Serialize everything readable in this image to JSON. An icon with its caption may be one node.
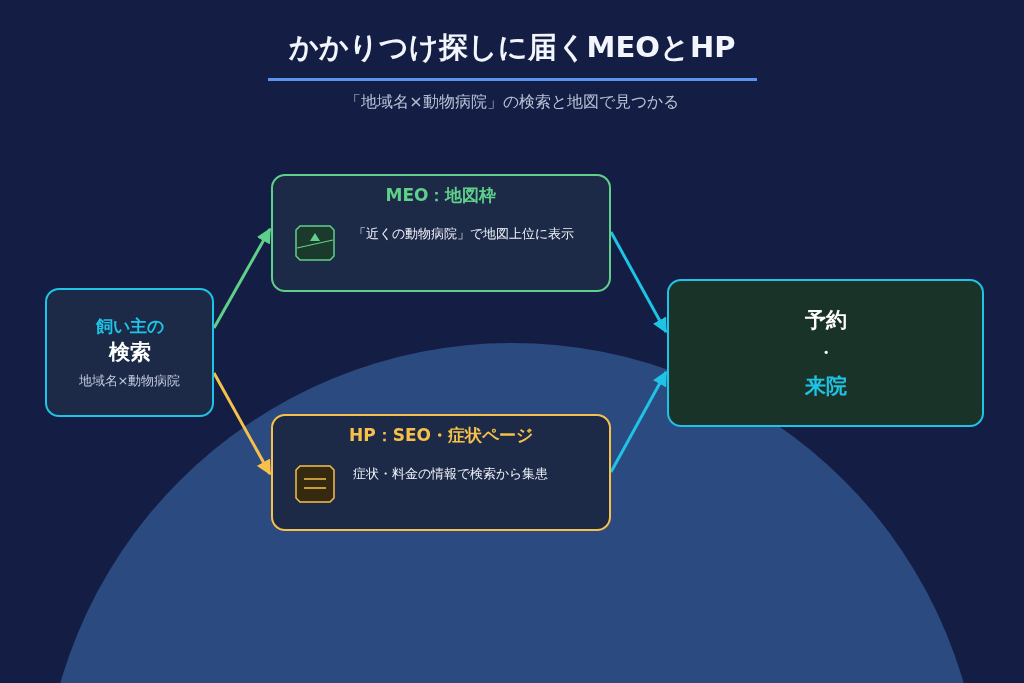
{
  "diagram": {
    "title": "かかりつけ探しに届くMEOとHP",
    "nodes": [
      {
        "text": [
          "飼い主の",
          "検索",
          "地域名×動物病院"
        ]
      },
      {
        "text": [
          "MEO：地図枠",
          "「近くの動物病院」で地図上位に表示"
        ]
      },
      {
        "text": [
          "HP：SEO・症状ページ",
          "症状・料金の情報で検索から集患"
        ]
      },
      {
        "text": [
          "予約",
          "・",
          "来院"
        ]
      }
    ],
    "edges": [
      {
        "from": 0,
        "to": 1,
        "arrow": "to",
        "color": "#5fd08a"
      },
      {
        "from": 0,
        "to": 2,
        "arrow": "to",
        "color": "#f7c04a"
      },
      {
        "from": 1,
        "to": 3,
        "arrow": "to"
      },
      {
        "from": 2,
        "to": 3,
        "arrow": "to"
      }
    ],
    "labels": [
      "「地域名×動物病院」の検索と地図で見つかる"
    ]
  }
}
